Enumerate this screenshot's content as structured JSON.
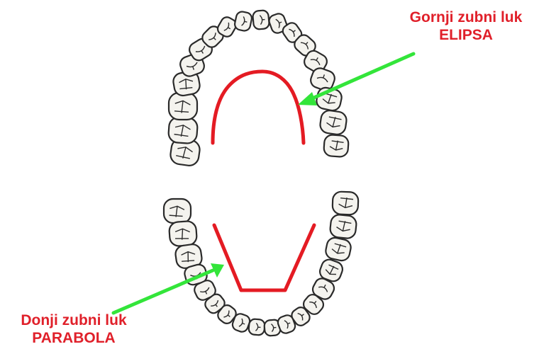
{
  "colors": {
    "label_text": "#e0202a",
    "arch_curve": "#e41b23",
    "arrow": "#33e53a",
    "tooth_fill": "#f4f3ee",
    "tooth_outline": "#2a2a2a"
  },
  "upper_arch": {
    "title": "Gornji zubni luk",
    "shape": "ELIPSA"
  },
  "lower_arch": {
    "title": "Donji zubni luk",
    "shape": "PARABOLA"
  },
  "icons": {
    "upper_arrow": "arrow-icon",
    "lower_arrow": "arrow-icon",
    "tooth": "tooth-icon"
  }
}
